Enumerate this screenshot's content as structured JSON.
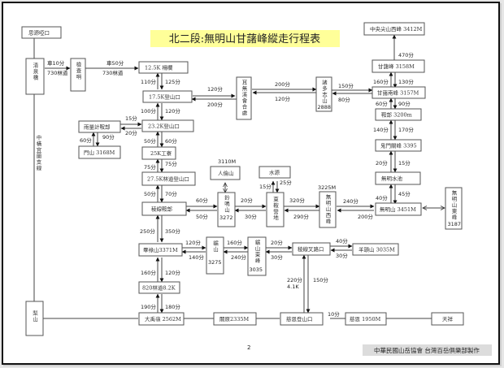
{
  "title": "北二段:無明山甘藷峰縱走行程表",
  "page_number": "2",
  "credit": "中華民國山岳協會 台灣百岳俱樂部製作",
  "colors": {
    "title_bg": "#ffff99",
    "credit_bg": "#dcdcdc",
    "line": "#444444"
  },
  "nodes": {
    "siyuan": "思源啞口",
    "qinghuan": "清泉橋",
    "jiancha": "檢查哨",
    "k125": "12.5K 柵欄",
    "k175": "17.5K登山口",
    "erwu": "耳無溪會合處",
    "zhuduo": "諸多志山",
    "zhuduo_alt": "2888",
    "zhongyang": "中央尖山西峰 3412M",
    "ganshu": "甘藷峰 3158M",
    "ganshu_south": "甘藷南峰 3157M",
    "anbu1": "鞍部 3200m",
    "guimen": "鬼門關峰 3395",
    "wuming_pool": "無明水池",
    "wuming": "無明山 3451M",
    "wuming_east": "無明山東峰",
    "wuming_east_alt": "3187",
    "wuming_west": "無明山西峰",
    "wuming_west_alt": "3225M",
    "k232": "23.2K登山口",
    "yuliang": "雨量計鞍部",
    "menshan": "門山 3168M",
    "k25": "25K工寮",
    "k275": "27.5K林道登山口",
    "lengxian_anbu": "稜線鞍部",
    "renlun": "人倫山",
    "renlun_alt": "3110M",
    "lingming": "鈴鳴山",
    "lingming_alt": "3272",
    "shuiyuan": "水源",
    "dongan": "東鞍營地",
    "bijia": "畢祿山3371M",
    "qishan": "鋸山",
    "qishan_alt": "3275",
    "qishan_east": "鋸山東峰",
    "qishan_east_alt": "3035",
    "lengxian_cha": "稜線叉路口",
    "yangtou": "羊頭山 3035M",
    "road820": "820林道8.2K",
    "dayuling": "大禹嶺 2562M",
    "guanyuan": "關原2335M",
    "cien_trail": "慈恩登山口",
    "cien": "慈恩 1950M",
    "tianxiang": "天祥",
    "lishan": "梨山",
    "zhongheng": "中橫宜蘭支線"
  },
  "edges": {
    "q_j_a": "車10分",
    "q_j_b": "730林道",
    "j_k_a": "車50分",
    "j_k_b": "730林道",
    "k125_k175_up": "110分",
    "k125_k175_down": "125分",
    "k175_erwu_a": "120分",
    "k175_erwu_b": "200分",
    "erwu_zhuduo_a": "200分",
    "erwu_zhuduo_b": "120分",
    "zhuduo_gs_a": "150分",
    "zhuduo_gs_b": "80分",
    "gs_zy": "470分",
    "gss_gs_up": "160分",
    "gss_gs_down": "130分",
    "anbu_gss_up": "60分",
    "anbu_gss_down": "90分",
    "gm_anbu_up": "140分",
    "gm_anbu_down": "170分",
    "pool_gm_up": "20分",
    "pool_gm_down": "15分",
    "wm_pool_up": "40分",
    "wm_pool_down": "45分",
    "ww_wm_a": "240分",
    "ww_wm_b": "200分",
    "k175_k232_up": "100分",
    "k175_k232_down": "120分",
    "yl_k232_a": "15分",
    "yl_k232_b": "20分",
    "ms_yl_up": "60分",
    "ms_yl_down": "90分",
    "k25_k232_up": "50分",
    "k25_k232_down": "60分",
    "k275_k25_up": "75分",
    "k275_k25_down": "75分",
    "la_k275_up": "50分",
    "la_k275_down": "70分",
    "la_lm_a": "60分",
    "la_lm_b": "50分",
    "lm_da_a": "20分",
    "lm_da_b": "30分",
    "da_sy_up": "15分",
    "da_sy_down": "25分",
    "da_ww_a": "320分",
    "da_ww_b": "290分",
    "bj_la_up": "250分",
    "bj_la_down": "350分",
    "bj_qs_a": "120分",
    "bj_qs_b": "140分",
    "qs_qse_a": "160分",
    "qs_qse_b": "240分",
    "qse_lc_a": "20分",
    "qse_lc_b": "30分",
    "lc_yt_a": "40分",
    "lc_yt_b": "30分",
    "r820_bj_up": "160分",
    "r820_bj_down": "120分",
    "dy_r820_up": "190分",
    "dy_r820_down": "180分",
    "ce_lc_up_a": "220分",
    "ce_lc_up_b": "4.1K",
    "ce_lc_down": "150分",
    "cet_ce": "10分"
  }
}
